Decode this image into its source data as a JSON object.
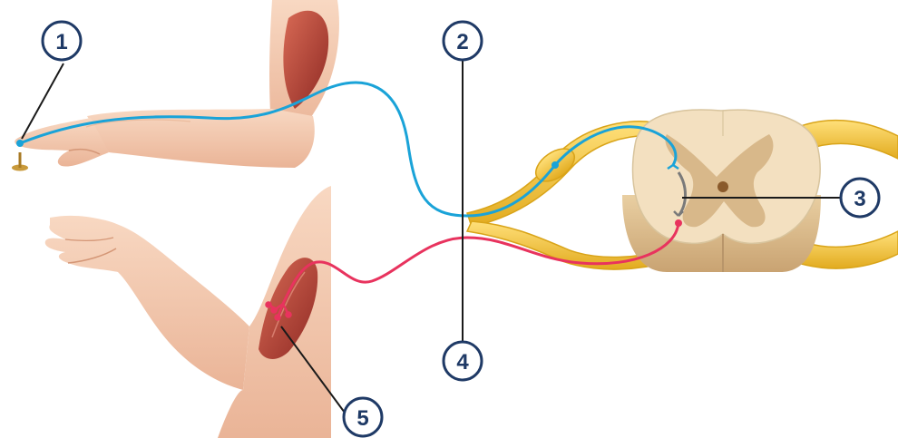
{
  "labels": {
    "l1": "1",
    "l2": "2",
    "l3": "3",
    "l4": "4",
    "l5": "5"
  },
  "colors": {
    "skin": "#f4c9ad",
    "skin_shadow": "#e2a98b",
    "muscle": "#c54a3c",
    "muscle_dark": "#8f2a24",
    "sensory_neuron": "#1aa3d8",
    "motor_neuron": "#e8335e",
    "nerve": "#f3c63a",
    "nerve_edge": "#d9a419",
    "cord_white": "#f3e0c0",
    "cord_gray": "#d8b88a",
    "callout_ring": "#1f3a66",
    "leader": "#1a1a1a"
  }
}
